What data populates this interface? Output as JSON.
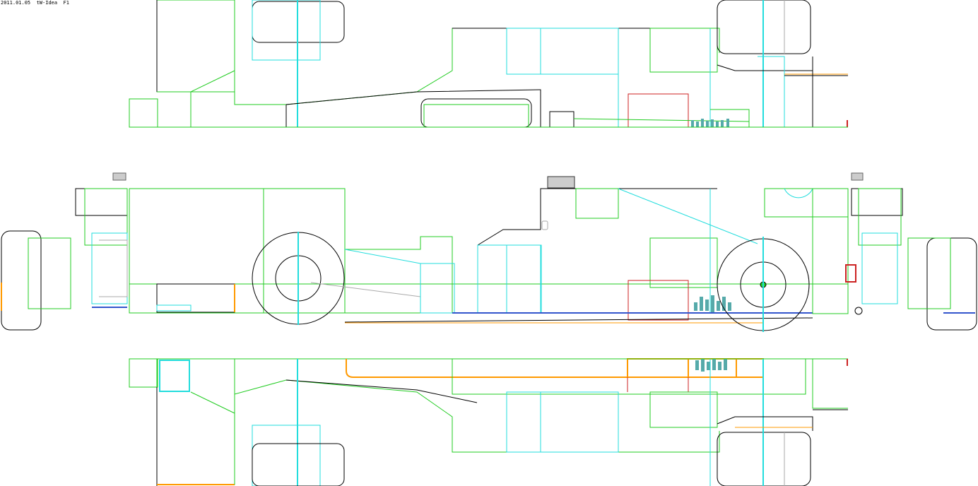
{
  "stamp": {
    "date": "2011.01.05",
    "title": "tW-Idea  F1"
  },
  "views": [
    {
      "id": "top-plan-upper",
      "label": ""
    },
    {
      "id": "side-elevation",
      "label": ""
    },
    {
      "id": "top-plan-lower",
      "label": ""
    }
  ],
  "colors": {
    "outline": "#000000",
    "construction": "#22cc22",
    "centerline": "#22dddd",
    "highlight": "#cc2222",
    "fuel_tank": "#ff9900",
    "hidden": "#aaaaaa",
    "detail": "#3355cc"
  }
}
